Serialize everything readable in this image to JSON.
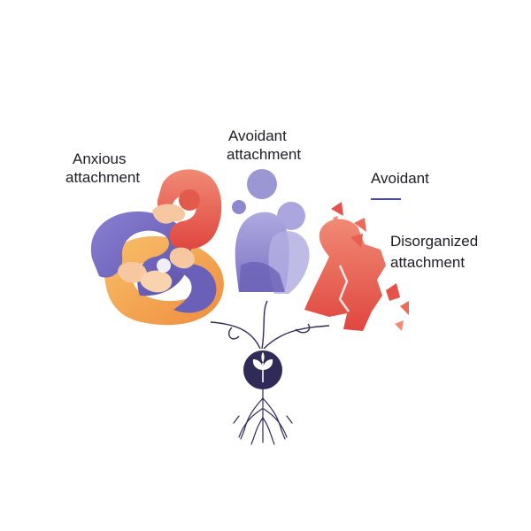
{
  "labels": {
    "anxious_line1": "Anxious",
    "anxious_line2": "attachment",
    "avoidant_line1": "Avoidant",
    "avoidant_line2": "attachment",
    "avoidant_legend": "Avoidant",
    "disorganized_line1": "Disorganized",
    "disorganized_line2": "attachment"
  },
  "colors": {
    "coral": "#e9705c",
    "red": "#e4524a",
    "purple": "#7469bf",
    "lavender": "#9b96d4",
    "orange": "#f2a24e",
    "skin": "#f6c7a0",
    "navy": "#2f2a57",
    "accent_line": "#4a4aa0"
  },
  "icons": {
    "center": "sprout-icon",
    "roots": "roots-icon"
  }
}
